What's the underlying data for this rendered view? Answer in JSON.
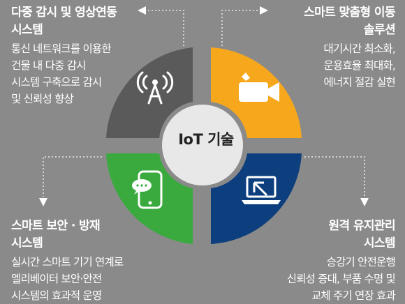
{
  "center": {
    "label": "IoT 기술"
  },
  "colors": {
    "background": "#8a8a8a",
    "top_left": "#5a5a5a",
    "top_right": "#f6a71c",
    "bottom_left": "#3aaa3e",
    "bottom_right": "#0d3e7e",
    "center_circle": "#e8e8e8"
  },
  "quadrants": {
    "top_left": {
      "icon": "radio-tower-icon",
      "title_lines": [
        "다중 감시 및 영상연동",
        "시스템"
      ],
      "desc_lines": [
        "통신 네트워크를 이용한",
        "건물 내 다중 감시",
        "시스템 구축으로 감시",
        "및 신뢰성 향상"
      ]
    },
    "top_right": {
      "icon": "video-camera-icon",
      "title_lines": [
        "스마트 맞춤형 이동",
        "솔루션"
      ],
      "desc_lines": [
        "대기시간 최소화,",
        "운용효율 최대화,",
        "에너지 절감 실현"
      ]
    },
    "bottom_left": {
      "icon": "smartphone-chat-icon",
      "title_lines": [
        "스마트 보안 · 방재",
        "시스템"
      ],
      "desc_lines": [
        "실시간 스마트 기기 연계로",
        "엘리베이터 보안·안전",
        "시스템의 효과적 운영"
      ]
    },
    "bottom_right": {
      "icon": "laptop-cursor-icon",
      "title_lines": [
        "원격 유지관리",
        "시스템"
      ],
      "desc_lines": [
        "승강기 안전운행",
        "신뢰성 증대, 부품 수명 및",
        "교체 주기 연장 효과"
      ]
    }
  }
}
